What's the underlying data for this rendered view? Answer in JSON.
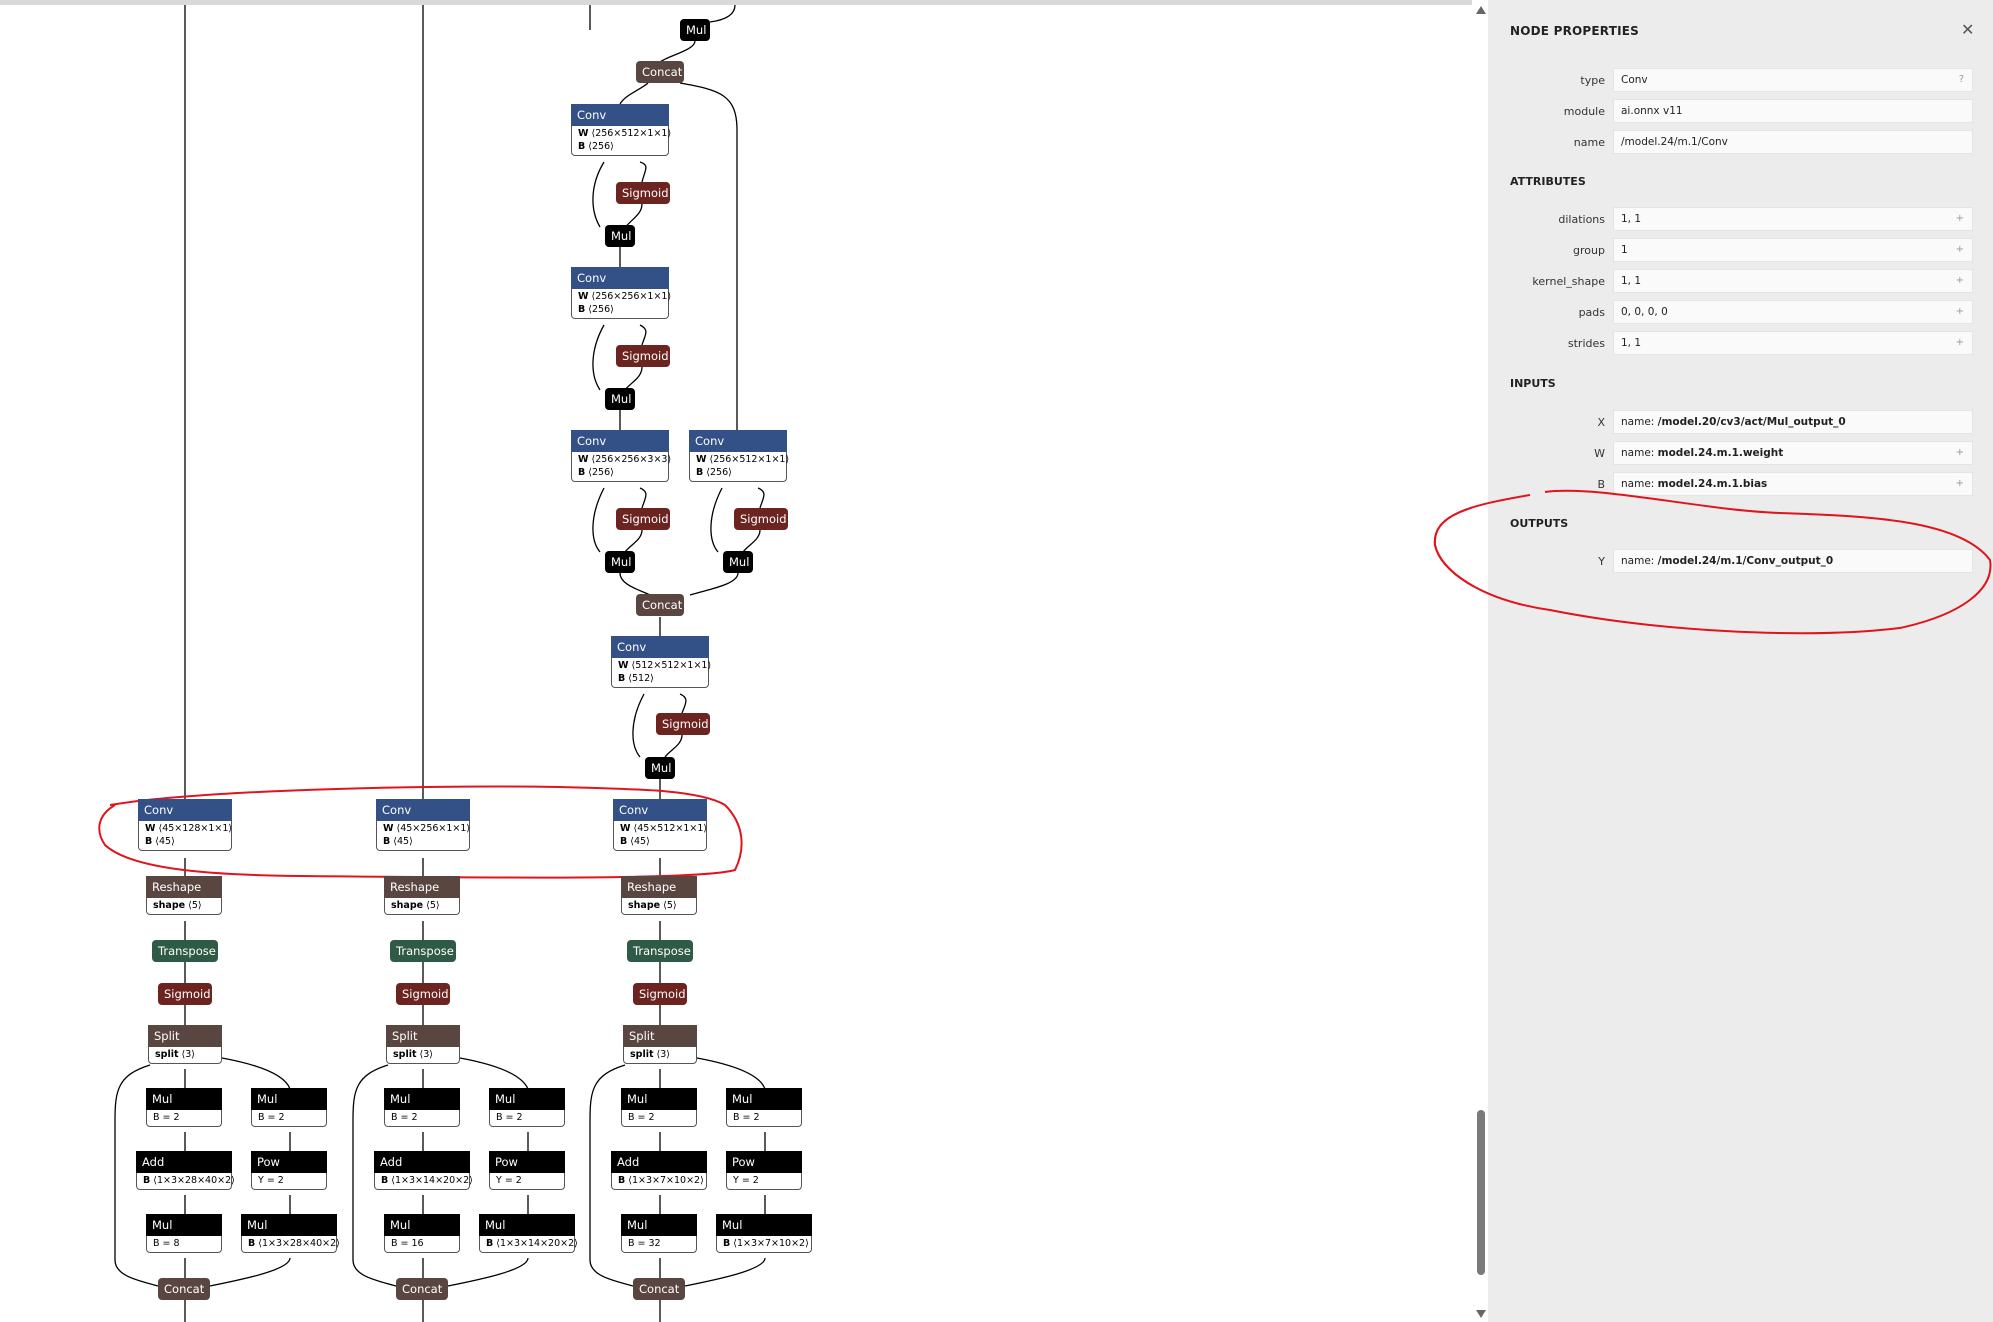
{
  "graph": {
    "nodes": {
      "mul_top": "Mul",
      "concat_top": "Concat",
      "conv_a": {
        "op": "Conv",
        "w": "⟨256×512×1×1⟩",
        "b": "⟨256⟩"
      },
      "sig_a": "Sigmoid",
      "mul_a": "Mul",
      "conv_b": {
        "op": "Conv",
        "w": "⟨256×256×1×1⟩",
        "b": "⟨256⟩"
      },
      "sig_b": "Sigmoid",
      "mul_b": "Mul",
      "conv_c": {
        "op": "Conv",
        "w": "⟨256×256×3×3⟩",
        "b": "⟨256⟩"
      },
      "conv_d": {
        "op": "Conv",
        "w": "⟨256×512×1×1⟩",
        "b": "⟨256⟩"
      },
      "sig_c": "Sigmoid",
      "sig_d": "Sigmoid",
      "mul_c": "Mul",
      "mul_d": "Mul",
      "concat_mid": "Concat",
      "conv_e": {
        "op": "Conv",
        "w": "⟨512×512×1×1⟩",
        "b": "⟨512⟩"
      },
      "sig_e": "Sigmoid",
      "mul_e": "Mul"
    },
    "heads": [
      {
        "conv": {
          "op": "Conv",
          "w": "⟨45×128×1×1⟩",
          "b": "⟨45⟩"
        },
        "reshape": {
          "op": "Reshape",
          "attr": "shape",
          "val": "⟨5⟩"
        },
        "transpose": "Transpose",
        "sigmoid": "Sigmoid",
        "split": {
          "op": "Split",
          "attr": "split",
          "val": "⟨3⟩"
        },
        "mul1": {
          "op": "Mul",
          "val": "B = 2"
        },
        "mul2": {
          "op": "Mul",
          "val": "B = 2"
        },
        "add": {
          "op": "Add",
          "val": "⟨1×3×28×40×2⟩"
        },
        "pow": {
          "op": "Pow",
          "val": "Y = 2"
        },
        "mul3": {
          "op": "Mul",
          "val": "B = 8"
        },
        "mul4": {
          "op": "Mul",
          "val": "⟨1×3×28×40×2⟩"
        },
        "concat": "Concat"
      },
      {
        "conv": {
          "op": "Conv",
          "w": "⟨45×256×1×1⟩",
          "b": "⟨45⟩"
        },
        "reshape": {
          "op": "Reshape",
          "attr": "shape",
          "val": "⟨5⟩"
        },
        "transpose": "Transpose",
        "sigmoid": "Sigmoid",
        "split": {
          "op": "Split",
          "attr": "split",
          "val": "⟨3⟩"
        },
        "mul1": {
          "op": "Mul",
          "val": "B = 2"
        },
        "mul2": {
          "op": "Mul",
          "val": "B = 2"
        },
        "add": {
          "op": "Add",
          "val": "⟨1×3×14×20×2⟩"
        },
        "pow": {
          "op": "Pow",
          "val": "Y = 2"
        },
        "mul3": {
          "op": "Mul",
          "val": "B = 16"
        },
        "mul4": {
          "op": "Mul",
          "val": "⟨1×3×14×20×2⟩"
        },
        "concat": "Concat"
      },
      {
        "conv": {
          "op": "Conv",
          "w": "⟨45×512×1×1⟩",
          "b": "⟨45⟩"
        },
        "reshape": {
          "op": "Reshape",
          "attr": "shape",
          "val": "⟨5⟩"
        },
        "transpose": "Transpose",
        "sigmoid": "Sigmoid",
        "split": {
          "op": "Split",
          "attr": "split",
          "val": "⟨3⟩"
        },
        "mul1": {
          "op": "Mul",
          "val": "B = 2"
        },
        "mul2": {
          "op": "Mul",
          "val": "B = 2"
        },
        "add": {
          "op": "Add",
          "val": "⟨1×3×7×10×2⟩"
        },
        "pow": {
          "op": "Pow",
          "val": "Y = 2"
        },
        "mul3": {
          "op": "Mul",
          "val": "B = 32"
        },
        "mul4": {
          "op": "Mul",
          "val": "⟨1×3×7×10×2⟩"
        },
        "concat": "Concat"
      }
    ],
    "labels": {
      "W": "W",
      "B": "B",
      "name_prefix": "name: "
    }
  },
  "sidebar": {
    "title": "NODE PROPERTIES",
    "close": "✕",
    "props": [
      {
        "label": "type",
        "value": "Conv",
        "expander": "?"
      },
      {
        "label": "module",
        "value": "ai.onnx v11",
        "expander": ""
      },
      {
        "label": "name",
        "value": "/model.24/m.1/Conv",
        "expander": ""
      }
    ],
    "attributes_title": "ATTRIBUTES",
    "attributes": [
      {
        "label": "dilations",
        "value": "1, 1",
        "expander": "+"
      },
      {
        "label": "group",
        "value": "1",
        "expander": "+"
      },
      {
        "label": "kernel_shape",
        "value": "1, 1",
        "expander": "+"
      },
      {
        "label": "pads",
        "value": "0, 0, 0, 0",
        "expander": "+"
      },
      {
        "label": "strides",
        "value": "1, 1",
        "expander": "+"
      }
    ],
    "inputs_title": "INPUTS",
    "inputs": [
      {
        "label": "X",
        "value": "/model.20/cv3/act/Mul_output_0",
        "expander": ""
      },
      {
        "label": "W",
        "value": "model.24.m.1.weight",
        "expander": "+"
      },
      {
        "label": "B",
        "value": "model.24.m.1.bias",
        "expander": "+"
      }
    ],
    "outputs_title": "OUTPUTS",
    "outputs": [
      {
        "label": "Y",
        "value": "/model.24/m.1/Conv_output_0",
        "expander": ""
      }
    ]
  },
  "colors": {
    "conv": "#335087",
    "sigmoid": "#6b2420",
    "mul": "#000000",
    "concat": "#5a4640",
    "transpose": "#2f5a45",
    "annotation": "#e0141c",
    "sidebar_bg": "#ececec"
  }
}
